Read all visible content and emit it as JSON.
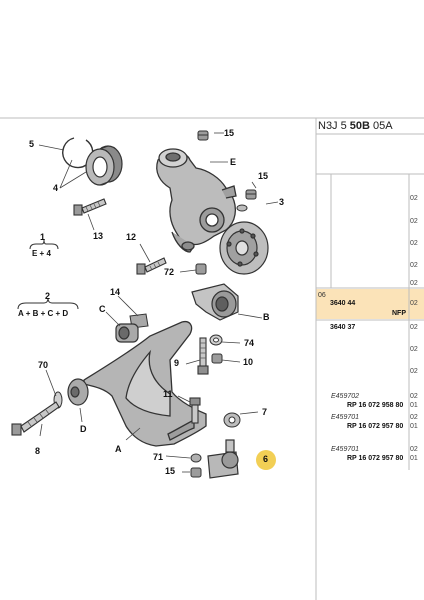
{
  "header": {
    "part1": "N3J 5 ",
    "part2": "50B",
    "part3": " 05A"
  },
  "labels": {
    "n1": "1",
    "n2": "2",
    "n3": "3",
    "n4": "4",
    "n5": "5",
    "n6": "6",
    "n7": "7",
    "n8": "8",
    "n9": "9",
    "n10": "10",
    "n11": "11",
    "n12": "12",
    "n13": "13",
    "n14": "14",
    "n15a": "15",
    "n15b": "15",
    "n15c": "15",
    "n70": "70",
    "n71": "71",
    "n72": "72",
    "n74": "74",
    "A": "A",
    "B": "B",
    "C": "C",
    "D": "D",
    "E": "E",
    "group1": "E + 4",
    "group2": "A + B + C + D"
  },
  "table": {
    "row06_index": "06",
    "row06_part": "3640 44",
    "row06_code": "02",
    "row06_note": "NFP",
    "row06b_part": "3640 37",
    "row06b_code": "02",
    "e1": "E459702",
    "e1_rp": "RP 16 072 958 80",
    "e2": "E459701",
    "e2_rp": "RP 16 072 957 80",
    "e3": "E459701",
    "e3_rp": "RP 16 072 957 80",
    "c02": "02",
    "c01": "01"
  },
  "colors": {
    "highlight": "#fbe3b8",
    "badge": "#f2cf55",
    "line": "#444444"
  }
}
